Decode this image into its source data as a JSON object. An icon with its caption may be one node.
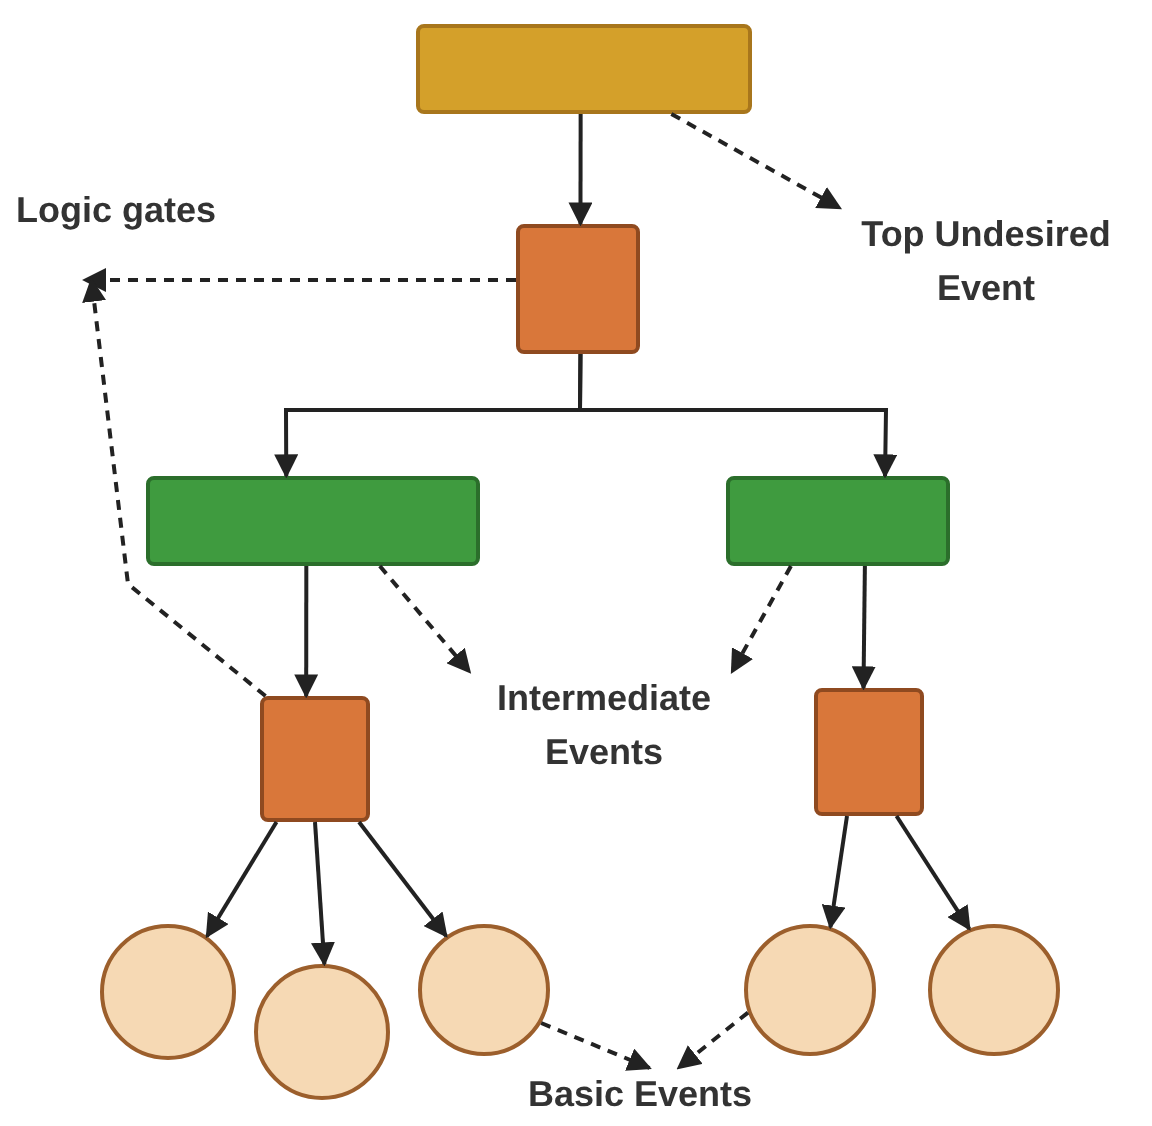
{
  "diagram": {
    "nodes": [
      {
        "text": [],
        "shape": "box"
      },
      {
        "text": [
          "Top Undesired Event"
        ]
      },
      {
        "text": [
          "Logic gates"
        ]
      },
      {
        "text": [],
        "shape": "box"
      },
      {
        "text": [],
        "shape": "box"
      },
      {
        "text": [],
        "shape": "box"
      },
      {
        "text": [
          "Intermediate Events"
        ]
      },
      {
        "text": [],
        "shape": "box"
      },
      {
        "text": [],
        "shape": "box"
      },
      {
        "text": [],
        "shape": "circle"
      },
      {
        "text": [],
        "shape": "circle"
      },
      {
        "text": [],
        "shape": "circle"
      },
      {
        "text": [],
        "shape": "circle"
      },
      {
        "text": [],
        "shape": "circle"
      },
      {
        "text": [
          "Basic Events"
        ]
      }
    ],
    "edges": [
      {
        "from": 0,
        "to": 3,
        "arrow": "to"
      },
      {
        "from": 0,
        "to": 1,
        "arrow": "to",
        "style": "dashed"
      },
      {
        "from": 3,
        "to": 2,
        "arrow": "to",
        "style": "dashed"
      },
      {
        "from": 7,
        "to": 2,
        "arrow": "to",
        "style": "dashed"
      },
      {
        "from": 3,
        "to": 4,
        "arrow": "to"
      },
      {
        "from": 3,
        "to": 5,
        "arrow": "to"
      },
      {
        "from": 4,
        "to": 7,
        "arrow": "to"
      },
      {
        "from": 5,
        "to": 8,
        "arrow": "to"
      },
      {
        "from": 4,
        "to": 6,
        "arrow": "to",
        "style": "dashed"
      },
      {
        "from": 5,
        "to": 6,
        "arrow": "to",
        "style": "dashed"
      },
      {
        "from": 7,
        "to": 9,
        "arrow": "to"
      },
      {
        "from": 7,
        "to": 10,
        "arrow": "to"
      },
      {
        "from": 7,
        "to": 11,
        "arrow": "to"
      },
      {
        "from": 8,
        "to": 12,
        "arrow": "to"
      },
      {
        "from": 8,
        "to": 13,
        "arrow": "to"
      },
      {
        "from": 11,
        "to": 14,
        "arrow": "to",
        "style": "dashed"
      },
      {
        "from": 12,
        "to": 14,
        "arrow": "to",
        "style": "dashed"
      }
    ]
  }
}
